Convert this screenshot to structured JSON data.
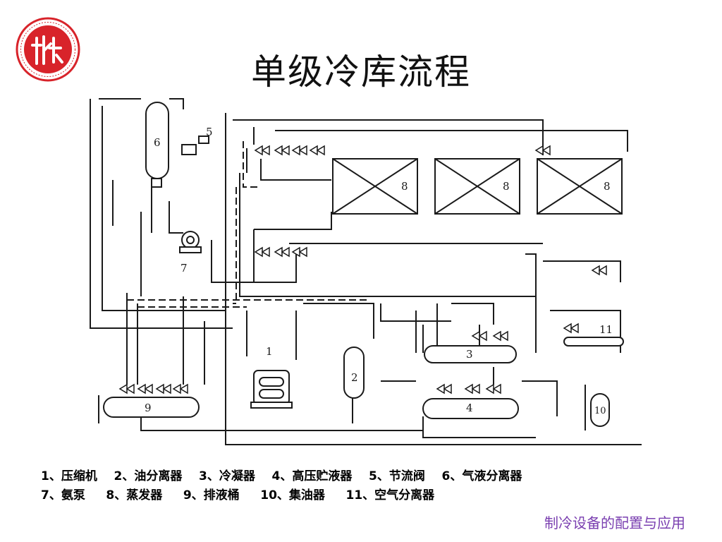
{
  "slide": {
    "title": "单级冷库流程",
    "footer": "制冷设备的配置与应用",
    "logo_icon": "university-seal-icon",
    "logo_color": "#d8232a"
  },
  "legend": {
    "line1": "1、压缩机    2、油分离器    3、冷凝器    4、高压贮液器    5、节流阀    6、气液分离器",
    "line2": "7、氨泵     8、蒸发器     9、排液桶     10、集油器     11、空气分离器"
  },
  "diagram": {
    "labels": {
      "compressor": "1",
      "oil_separator": "2",
      "condenser": "3",
      "receiver": "4",
      "throttle": "5",
      "gas_liquid_separator": "6",
      "ammonia_pump": "7",
      "evaporator": "8",
      "drain_tank": "9",
      "oil_collector": "10",
      "air_separator": "11"
    }
  }
}
